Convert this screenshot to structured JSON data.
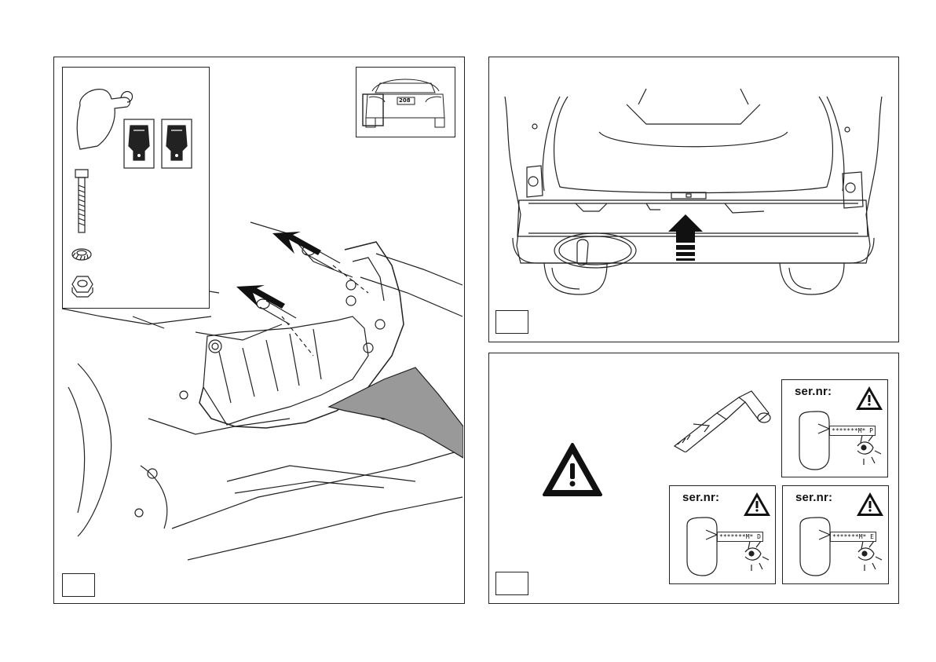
{
  "panels": {
    "left": {
      "step_number": "",
      "thumbnail": {
        "badge_text": "208"
      }
    },
    "top_right": {
      "step_number": ""
    },
    "bottom_right": {
      "step_number": "",
      "serial_icons": [
        {
          "label": "ser.nr:",
          "tag": "*******M* P"
        },
        {
          "label": "ser.nr:",
          "tag": "*******M* D"
        },
        {
          "label": "ser.nr:",
          "tag": "*******M* E"
        }
      ]
    }
  },
  "icons": [
    "hand-icon",
    "socket-icon",
    "bolt-icon",
    "washer-icon",
    "nut-icon",
    "arrow-icon",
    "warning-icon",
    "wrench-icon",
    "eye-icon"
  ],
  "colors": {
    "line": "#222222",
    "bar_fill": "#999999",
    "arrow_fill": "#111111"
  }
}
